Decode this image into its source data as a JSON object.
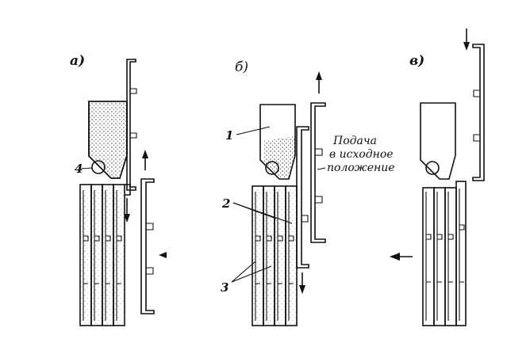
{
  "panels": [
    {
      "id": "a",
      "label": "а)"
    },
    {
      "id": "b",
      "label": "б)"
    },
    {
      "id": "c",
      "label": "в)"
    }
  ],
  "callouts": {
    "hopper": "1",
    "molds": "2",
    "pulp": "3",
    "roller": "4"
  },
  "feed_note": [
    "Подача",
    "в исходное",
    "положение"
  ]
}
